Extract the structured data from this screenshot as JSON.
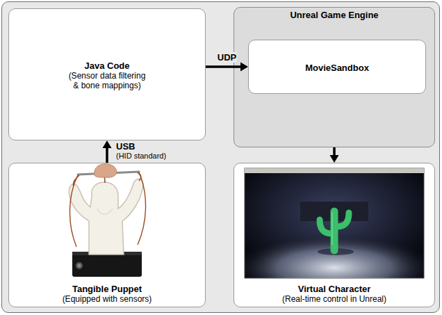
{
  "diagram": {
    "nodes": [
      {
        "text": [
          "Java Code",
          "(Sensor data filtering & bone mappings)"
        ]
      },
      {
        "text": [
          "Unreal Game Engine"
        ]
      },
      {
        "text": [
          "MovieSandbox"
        ],
        "in": 1
      },
      {
        "text": [
          "Tangible Puppet",
          "(Equipped with sensors)"
        ]
      },
      {
        "text": [
          "Virtual Character",
          "(Real-time control in Unreal)"
        ]
      }
    ],
    "edges": [
      {
        "from": 3,
        "to": 0,
        "arrow": "to",
        "label": "USB"
      },
      {
        "from": 0,
        "to": 2,
        "arrow": "to",
        "label": "UDP"
      },
      {
        "from": 1,
        "to": 4,
        "arrow": "to"
      }
    ],
    "labels": [
      "(HID standard)"
    ]
  }
}
